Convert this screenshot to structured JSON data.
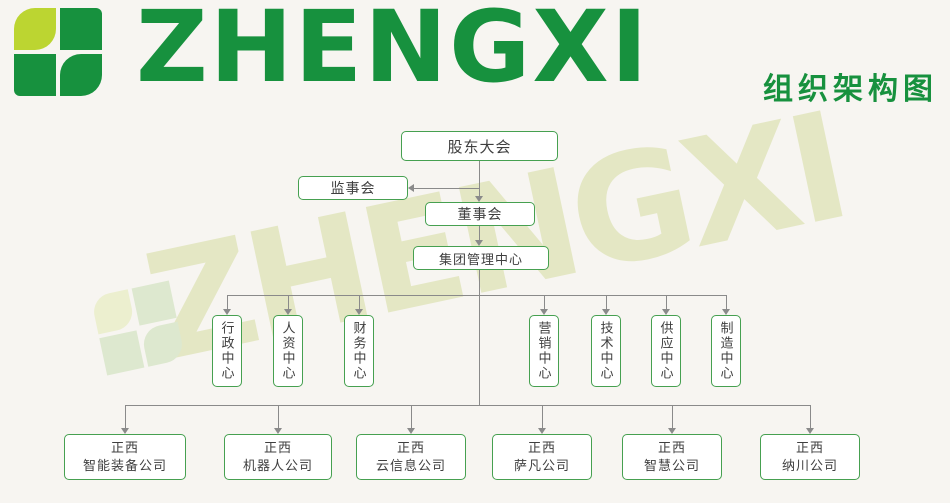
{
  "header": {
    "brand": "ZHENGXI",
    "title": "组织架构图"
  },
  "watermark": {
    "text": "ZHENGXI"
  },
  "chart": {
    "nodes": {
      "shareholders": "股东大会",
      "supervisory": "监事会",
      "board": "董事会",
      "group_center": "集团管理中心"
    },
    "departments": [
      "行政中心",
      "人资中心",
      "财务中心",
      "营销中心",
      "技术中心",
      "供应中心",
      "制造中心"
    ],
    "companies": [
      {
        "line1": "正西",
        "line2": "智能装备公司"
      },
      {
        "line1": "正西",
        "line2": "机器人公司"
      },
      {
        "line1": "正西",
        "line2": "云信息公司"
      },
      {
        "line1": "正西",
        "line2": "萨凡公司"
      },
      {
        "line1": "正西",
        "line2": "智慧公司"
      },
      {
        "line1": "正西",
        "line2": "纳川公司"
      }
    ]
  },
  "colors": {
    "brand_green": "#17913e",
    "leaf_yellow": "#bcd531",
    "border_green": "#46a050",
    "line_gray": "#8a8a8a",
    "text_dark": "#3f3f3f",
    "bg": "#f7f5f1",
    "watermark": "#e4e7c4"
  }
}
